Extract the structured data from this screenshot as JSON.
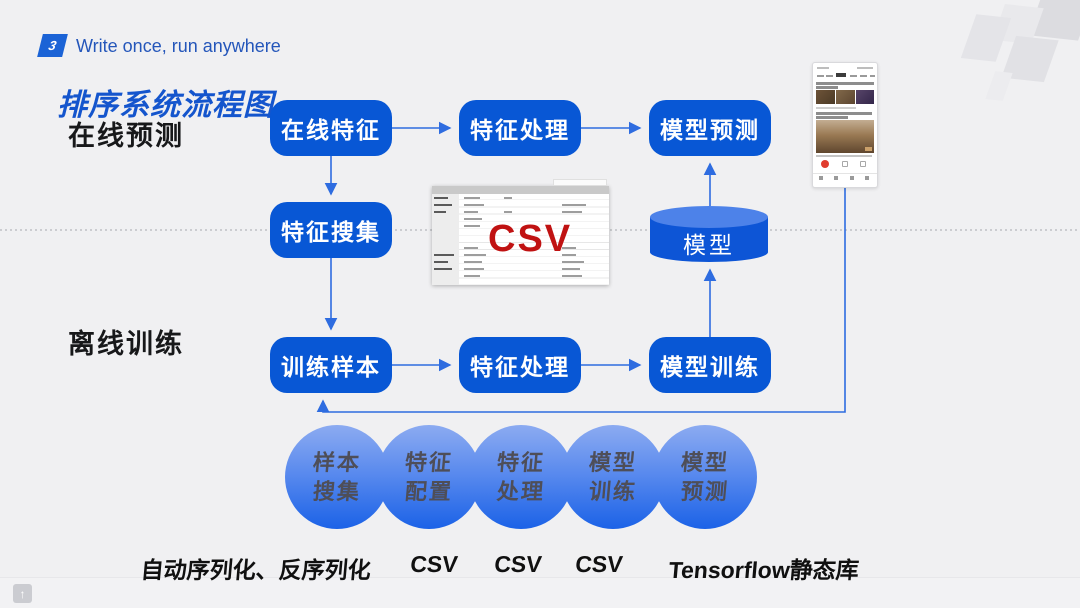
{
  "slide": {
    "badge_number": "3",
    "tagline": "Write once, run anywhere",
    "title": "排序系统流程图",
    "section_online": "在线预测",
    "section_offline": "离线训练"
  },
  "flowchart": {
    "boxes": {
      "online_feature": "在线特征",
      "feature_process_top": "特征处理",
      "model_predict": "模型预测",
      "feature_collect": "特征搜集",
      "train_sample": "训练样本",
      "feature_process_bottom": "特征处理",
      "model_train": "模型训练"
    },
    "model_store_label": "模型",
    "csv_overlay_label": "CSV"
  },
  "pipeline_stages": [
    {
      "line1": "样本",
      "line2": "搜集"
    },
    {
      "line1": "特征",
      "line2": "配置"
    },
    {
      "line1": "特征",
      "line2": "处理"
    },
    {
      "line1": "模型",
      "line2": "训练"
    },
    {
      "line1": "模型",
      "line2": "预测"
    }
  ],
  "stage_captions": [
    "自动序列化、反序列化",
    "CSV",
    "CSV",
    "CSV",
    "Tensorflow静态库"
  ],
  "footer": {
    "logo_glyph": "↑"
  },
  "colors": {
    "background": "#f0f0f2",
    "box_blue": "#0857d5",
    "cylinder_top_blue": "#4d82e9",
    "wire_blue": "#2e6ce0",
    "title_blue": "#1455cd",
    "tagline_blue": "#2456ba",
    "csv_red": "#c01212",
    "circle_gradient_top": "#8cabf1",
    "circle_gradient_bottom": "#1b62e7",
    "stage_text_gray": "#4e4e58",
    "divider_dotted_gray": "#a6a9ad"
  }
}
